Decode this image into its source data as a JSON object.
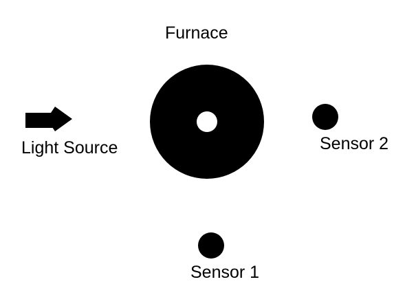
{
  "diagram": {
    "colors": {
      "foreground": "#000000",
      "background": "#ffffff"
    },
    "labels": {
      "furnace": "Furnace",
      "light_source": "Light Source",
      "sensor_2": "Sensor 2",
      "sensor_1": "Sensor 1"
    },
    "icons": {
      "light_source": "arrow-right-icon",
      "furnace": "ring-icon",
      "sensor_1": "dot-icon",
      "sensor_2": "dot-icon"
    }
  }
}
